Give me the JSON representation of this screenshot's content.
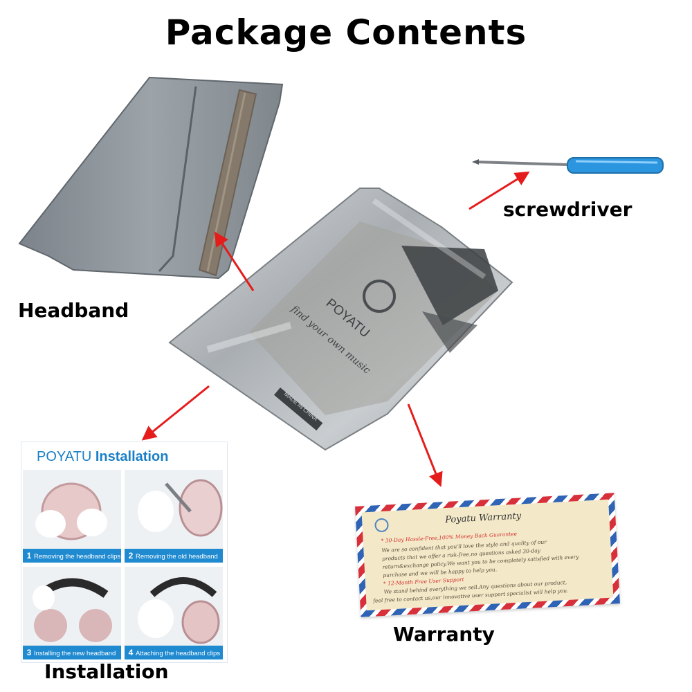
{
  "title": "Package Contents",
  "labels": {
    "headband": "Headband",
    "screwdriver": "screwdriver",
    "installation": "Installation",
    "warranty": "Warranty"
  },
  "bag": {
    "brand": "POYATU",
    "slogan": "find your own music",
    "made_in": "MADE IN CHINA"
  },
  "install_card": {
    "brand": "POYATU",
    "heading": "Installation",
    "steps": [
      {
        "num": "1",
        "text": "Removing the headband clips"
      },
      {
        "num": "2",
        "text": "Removing the old headband"
      },
      {
        "num": "3",
        "text": "Installing the new headband"
      },
      {
        "num": "4",
        "text": "Attaching the headband clips"
      }
    ]
  },
  "warranty_card": {
    "title": "Poyatu Warranty",
    "lines": [
      "* 30-Day Hassle-Free,100% Money Back Guarantee",
      "We are so confident that you'll love the style and quality of our",
      "products that we offer a risk-free,no questions asked 30-day",
      "return&exchange policy.We want you to be completely satisfied with every",
      "purchase and we will be happy to help you.",
      "* 12-Month Free User Support",
      "We stand behind everything we sell.Any questions about our product,",
      "feel free to contact us,our innovative user support specialist will help you."
    ]
  },
  "colors": {
    "arrow": "#e51c1c",
    "headband": "#8e959b",
    "bag": "#b8bcbf",
    "screwdriver_handle": "#2b95e0",
    "install_accent": "#1f8ad0"
  }
}
